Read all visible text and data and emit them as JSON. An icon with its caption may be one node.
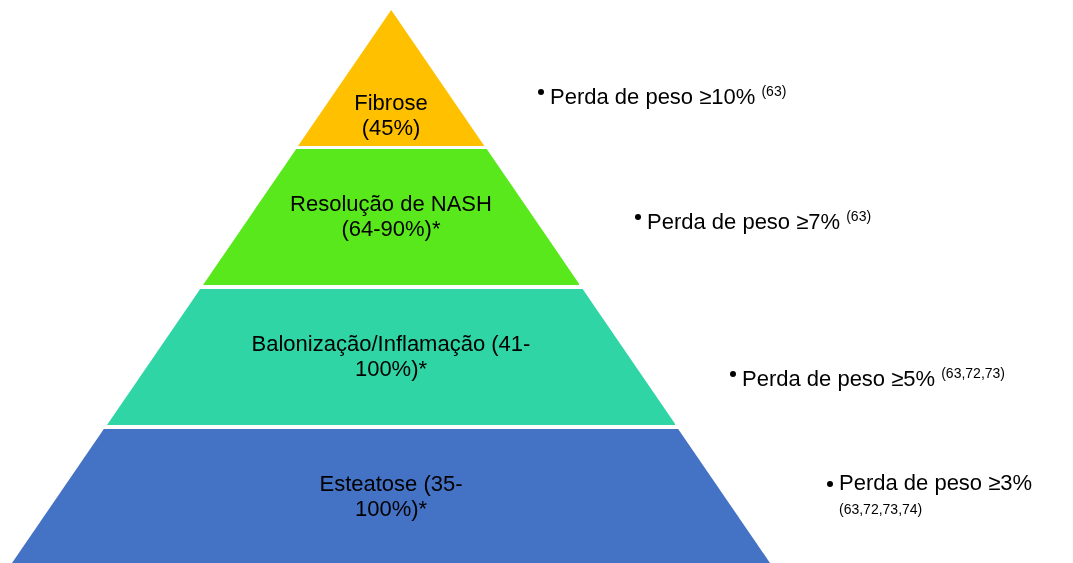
{
  "diagram": {
    "nodes": [
      {
        "text": [
          "Fibrose (45%)"
        ]
      },
      {
        "text": [
          "Resolução de NASH (64-90%)*"
        ]
      },
      {
        "text": [
          "Balonização/Inflamação (41-100%)*"
        ]
      },
      {
        "text": [
          "Esteatose (35-100%)*"
        ]
      }
    ],
    "labels": [
      "Perda de peso ≥10% $^{(63)}$",
      "Perda de peso ≥7% $^{(63)}$",
      "Perda de peso ≥5% $^{(63,72,73)}$",
      "Perda de peso ≥3% $^{(63,72,73,74)}$"
    ]
  }
}
